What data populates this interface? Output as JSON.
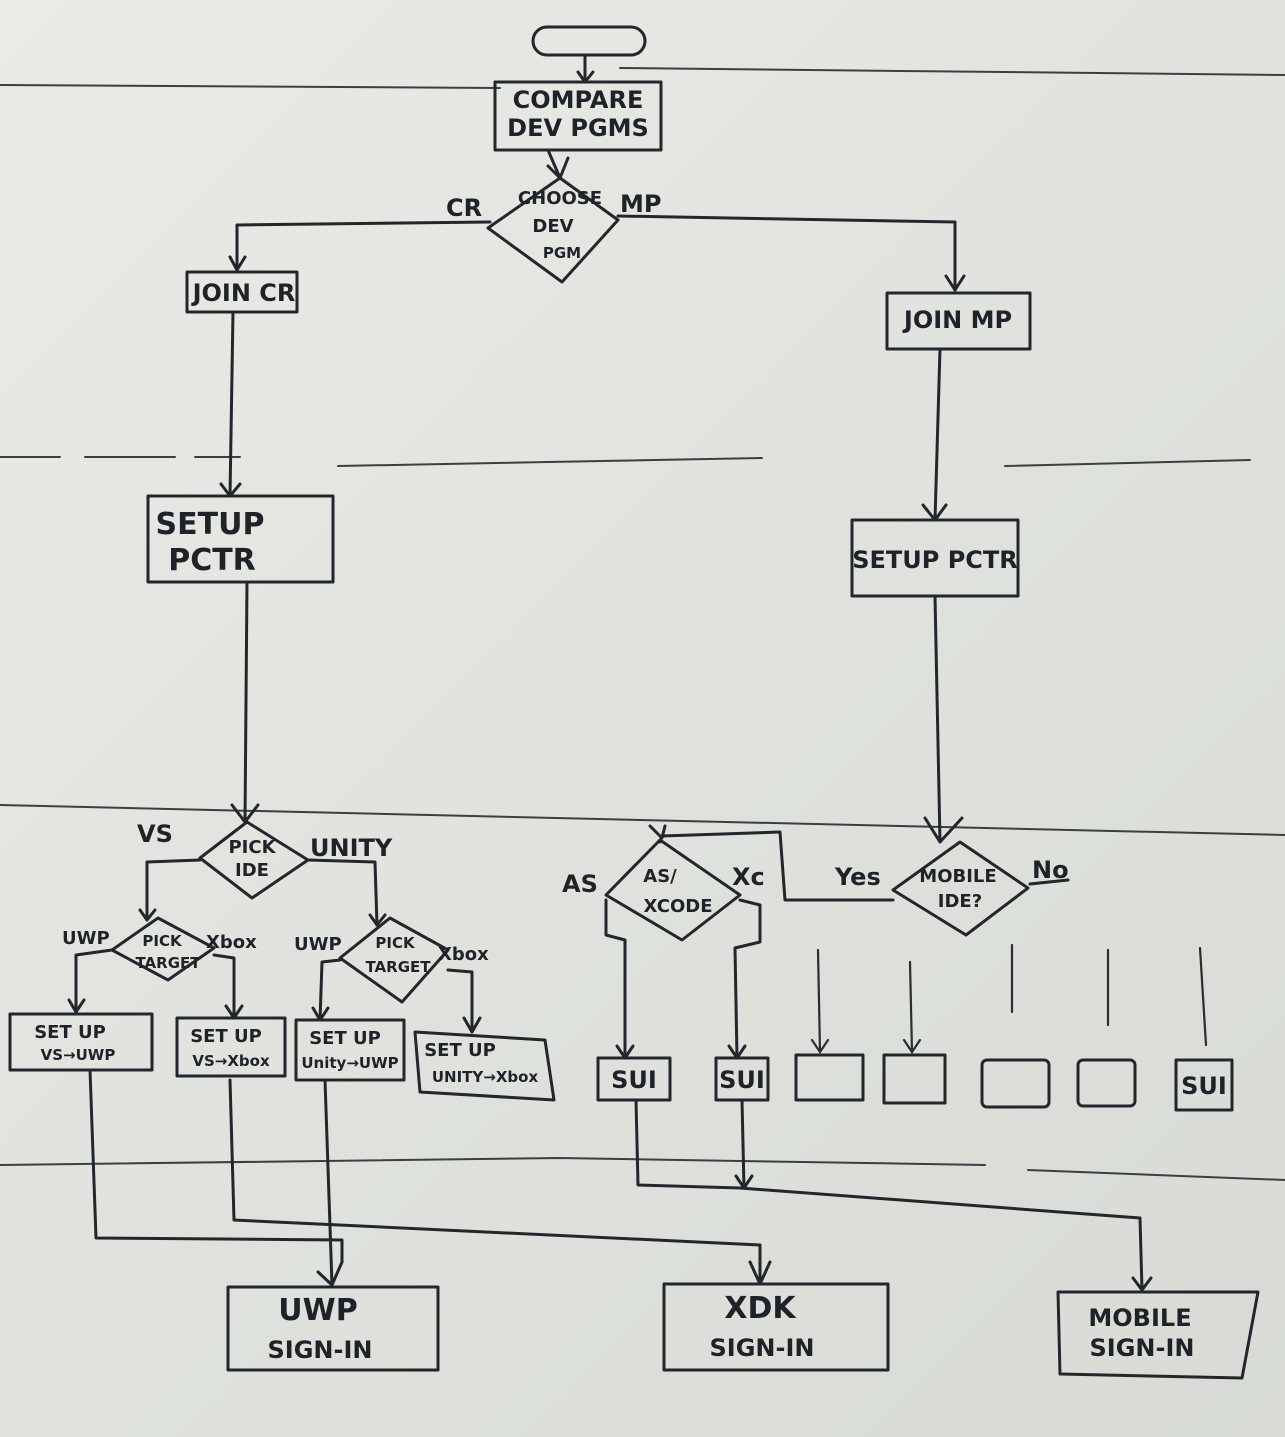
{
  "nodes": {
    "start": "",
    "compare": [
      "COMPARE",
      "DEV PGMS"
    ],
    "choose": [
      "CHOOSE",
      "DEV",
      "PGM"
    ],
    "join_cr": "JOIN CR",
    "join_mp": "JOIN MP",
    "setup_pctr_left": [
      "SETUP",
      "PCTR"
    ],
    "setup_pctr_right": "SETUP PCTR",
    "pick_ide": [
      "PICK",
      "IDE"
    ],
    "pick_target_vs": [
      "PICK",
      "TARGET"
    ],
    "pick_target_unity": [
      "PICK",
      "TARGET"
    ],
    "setup_vs_uwp": [
      "SET UP",
      "VS→UWP"
    ],
    "setup_vs_xbox": [
      "SET UP",
      "VS→Xbox"
    ],
    "setup_unity_uwp": [
      "SET UP",
      "Unity→UWP"
    ],
    "setup_unity_xbox": [
      "SET UP",
      "UNITY→Xbox"
    ],
    "as_xcode": [
      "AS/",
      "XCODE"
    ],
    "mobile_ide": [
      "MOBILE",
      "IDE?"
    ],
    "sui_1": "SUI",
    "sui_2": "SUI",
    "sui_3": "SUI",
    "uwp_signin": [
      "UWP",
      "SIGN-IN"
    ],
    "xdk_signin": [
      "XDK",
      "SIGN-IN"
    ],
    "mobile_signin": [
      "MOBILE",
      "SIGN-IN"
    ]
  },
  "edge_labels": {
    "cr": "CR",
    "mp": "MP",
    "vs": "VS",
    "unity": "UNITY",
    "uwp_1": "UWP",
    "xbox_1": "Xbox",
    "uwp_2": "UWP",
    "xbox_2": "Xbox",
    "as": "AS",
    "xc": "Xc",
    "yes": "Yes",
    "no": "No"
  }
}
